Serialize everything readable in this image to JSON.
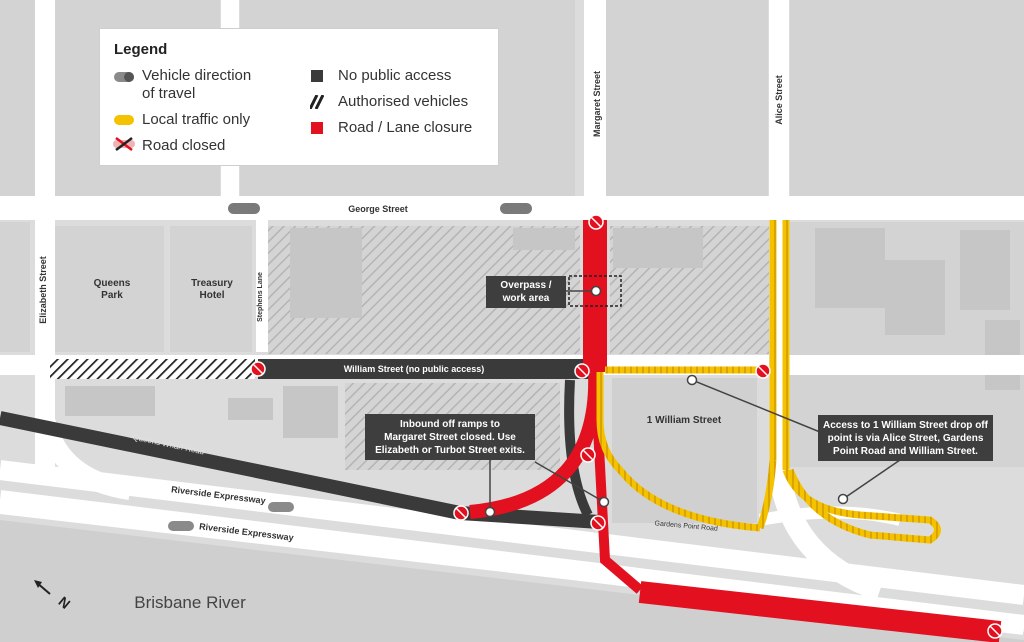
{
  "legend": {
    "title": "Legend",
    "vehicle_direction": "Vehicle direction\nof travel",
    "local_traffic": "Local traffic only",
    "road_closed": "Road closed",
    "no_public_access": "No public access",
    "authorised_vehicles": "Authorised vehicles",
    "road_lane_closure": "Road / Lane closure"
  },
  "streets": {
    "george": "George Street",
    "margaret": "Margaret Street",
    "alice": "Alice Street",
    "elizabeth": "Elizabeth Street",
    "stephens_lane": "Stephens Lane",
    "william": "William Street (no public access)",
    "queens_wharf": "Queens Wharf Road",
    "riverside_1": "Riverside Expressway",
    "riverside_2": "Riverside Expressway",
    "gardens_point": "Gardens Point Road"
  },
  "places": {
    "queens_park": "Queens\nPark",
    "treasury_hotel": "Treasury\nHotel",
    "one_william": "1 William Street",
    "brisbane_river": "Brisbane River"
  },
  "callouts": {
    "overpass": "Overpass /\nwork area",
    "inbound": "Inbound off ramps to\nMargaret Street closed. Use\nElizabeth or Turbot Street exits.",
    "access": "Access to 1 William Street drop off\npoint is via Alice Street, Gardens\nPoint Road and William Street."
  },
  "compass": "N",
  "colors": {
    "closure_red": "#e3101f",
    "local_yellow": "#f5c200",
    "no_access_dark": "#3a3a3a",
    "road_white": "#ffffff",
    "block_grey": "#d9d9d9",
    "background": "#dcdcdc"
  }
}
